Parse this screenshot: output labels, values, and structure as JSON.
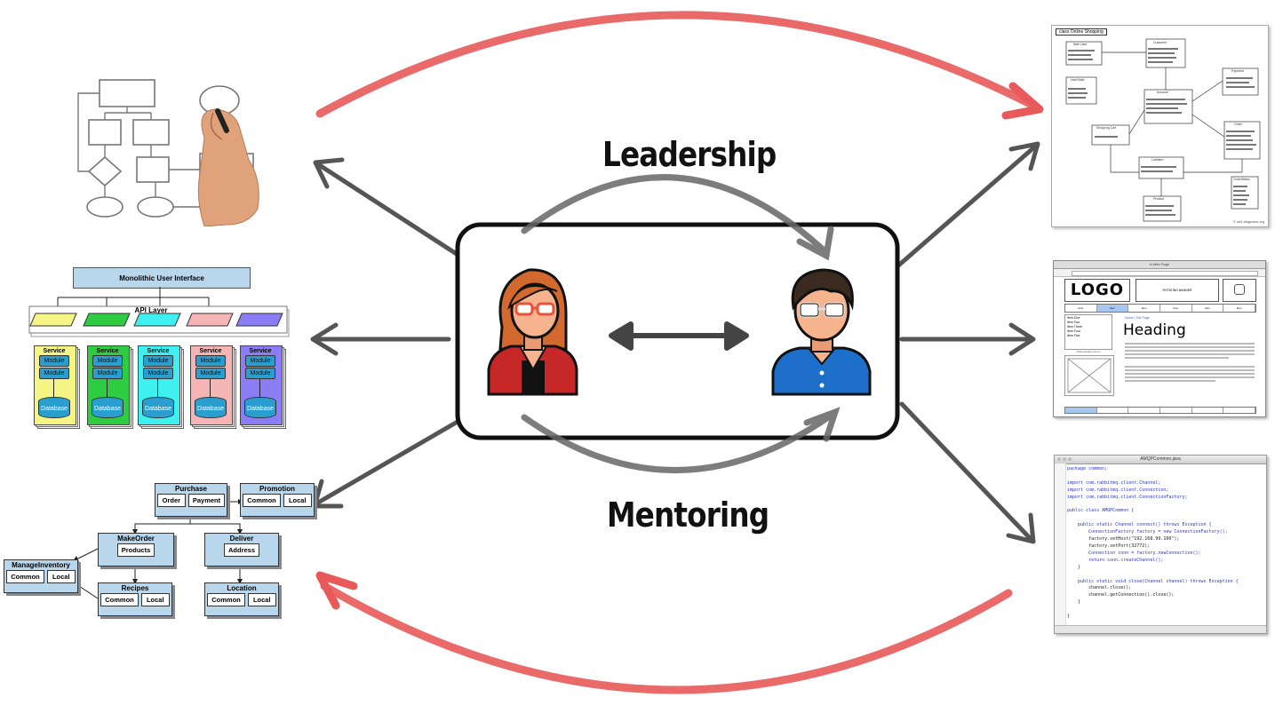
{
  "labels": {
    "leadership": "Leadership",
    "mentoring": "Mentoring"
  },
  "monolith": {
    "title": "Monolithic User Interface",
    "api_layer": "API Layer",
    "service": "Service",
    "module": "Module",
    "database": "Database",
    "colors": [
      "#f5f586",
      "#2ecc40",
      "#3ff0f0",
      "#f5b5b5",
      "#8a7df5"
    ]
  },
  "hierarchy": {
    "purchase": "Purchase",
    "order": "Order",
    "payment": "Payment",
    "promotion": "Promotion",
    "make_order": "MakeOrder",
    "products": "Products",
    "deliver": "Deliver",
    "address": "Address",
    "manage_inventory": "ManageInventory",
    "recipes": "Recipes",
    "location": "Location",
    "common": "Common",
    "local": "Local"
  },
  "uml": {
    "title": "class Online Shopping",
    "web_user": "Web User",
    "customer": "Customer",
    "account": "Account",
    "payment": "Payment",
    "user_state": "UserState",
    "shopping_cart": "Shopping Cart",
    "order": "Order",
    "line_item": "LineItem",
    "product": "Product",
    "order_status": "OrderStatus",
    "footer": "© uml-diagrams.org"
  },
  "wireframe": {
    "window_title": "A Web Page",
    "logo": "LOGO",
    "banner": "ROTATING BANNER",
    "heading": "Heading",
    "breadcrumb": "Home / Sub Page",
    "nav_item": "Item",
    "menu_items": [
      "Item One",
      "Item Two",
      "Item Three",
      "Item Four",
      "Item Five"
    ],
    "caption": "Pellentesque Lorem"
  },
  "code": {
    "window_title": "AMQPCommon.java",
    "lines": [
      "package common;",
      "",
      "import com.rabbitmq.client.Channel;",
      "import com.rabbitmq.client.Connection;",
      "import com.rabbitmq.client.ConnectionFactory;",
      "",
      "public class AMQPCommon {",
      "",
      "    public static Channel connect() throws Exception {",
      "        ConnectionFactory factory = new ConnectionFactory();",
      "        factory.setHost(\"192.168.99.100\");",
      "        factory.setPort(32772);",
      "        Connection conn = factory.newConnection();",
      "        return conn.createChannel();",
      "    }",
      "",
      "    public static void close(Channel channel) throws Exception {",
      "        channel.close();",
      "        channel.getConnection().close();",
      "    }",
      "",
      "}"
    ]
  },
  "colors": {
    "red_arc": "#e85a5a",
    "grey_arrow": "#555555",
    "mentor_jacket": "#c62828",
    "mentee_shirt": "#1e6fc9",
    "hair_mentor": "#d2692e",
    "hair_mentee": "#3b2a1f",
    "skin": "#f5b48e"
  }
}
